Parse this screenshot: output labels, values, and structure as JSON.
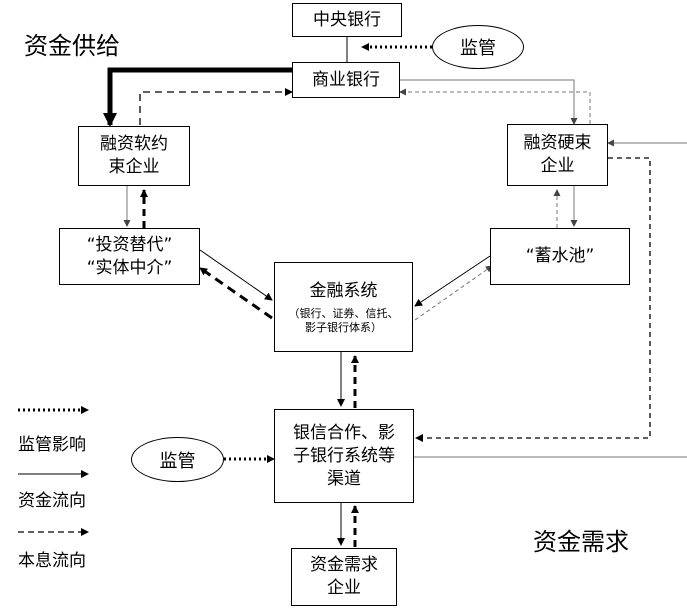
{
  "labels": {
    "supply": "资金供给",
    "demand": "资金需求"
  },
  "nodes": {
    "central_bank": "中央银行",
    "commercial_bank": "商业银行",
    "soft_firm_line1": "融资软约",
    "soft_firm_line2": "束企业",
    "hard_firm_line1": "融资硬束",
    "hard_firm_line2": "企业",
    "invest_sub_line1": "“投资替代”",
    "invest_sub_line2": "“实体中介”",
    "reservoir": "“蓄水池”",
    "fin_sys_title": "金融系统",
    "fin_sys_sub_line1": "（银行、证券、信托、",
    "fin_sys_sub_line2": "影子银行体系）",
    "channel_line1": "银信合作、影",
    "channel_line2": "子银行系统等",
    "channel_line3": "渠道",
    "demand_firm_line1": "资金需求",
    "demand_firm_line2": "企业"
  },
  "supervision": {
    "top": "监管",
    "left": "监管"
  },
  "legend": {
    "regulation": "监管影响",
    "fund_flow": "资金流向",
    "interest_flow": "本息流向"
  }
}
